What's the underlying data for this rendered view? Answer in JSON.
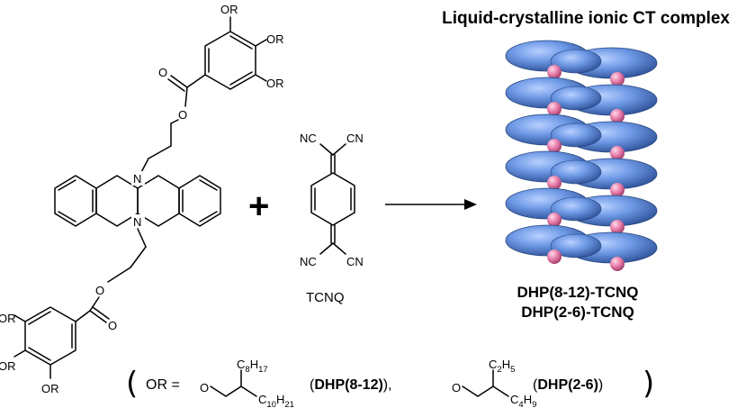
{
  "title": "Liquid-crystalline ionic CT complex",
  "donor": {
    "substituent_label": "OR",
    "ring_atom": "N",
    "ester_oxygen": "O"
  },
  "plus_sign": "+",
  "acceptor": {
    "name": "TCNQ",
    "cyano_label": "NC",
    "cyano_label_right": "CN"
  },
  "complex_names": [
    "DHP(8-12)-TCNQ",
    "DHP(2-6)-TCNQ"
  ],
  "definition": {
    "open_paren": "(",
    "close_paren": ")",
    "or_equals": "OR =",
    "chain_oxygen": "O",
    "chain1": {
      "upper_C": "C",
      "upper_sub1": "8",
      "upper_H": "H",
      "upper_sub2": "17",
      "lower_C": "C",
      "lower_sub1": "10",
      "lower_H": "H",
      "lower_sub2": "21"
    },
    "name1_prefix": "(",
    "name1": "DHP(8-12)",
    "name1_suffix": "),",
    "chain2": {
      "upper_C": "C",
      "upper_sub1": "2",
      "upper_H": "H",
      "upper_sub2": "5",
      "lower_C": "C",
      "lower_sub1": "4",
      "lower_H": "H",
      "lower_sub2": "9"
    },
    "name2_prefix": "(",
    "name2": "DHP(2-6)",
    "name2_suffix": ")"
  },
  "colors": {
    "disc_blue": "#5b8fe0",
    "disc_dark": "#2f5aa6",
    "sphere_pink": "#e07aa6"
  }
}
